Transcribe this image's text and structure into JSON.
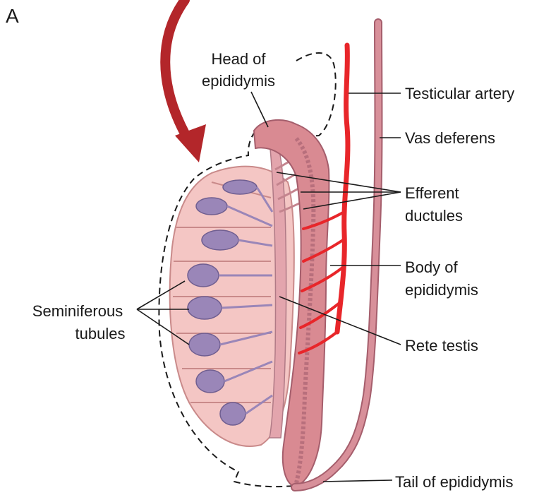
{
  "panel_letter": "A",
  "labels": {
    "head_of_epididymis": [
      "Head of",
      "epididymis"
    ],
    "testicular_artery": "Testicular artery",
    "vas_deferens": "Vas deferens",
    "efferent_ductules": [
      "Efferent",
      "ductules"
    ],
    "body_of_epididymis": [
      "Body of",
      "epididymis"
    ],
    "seminiferous_tubules": [
      "Seminiferous",
      "tubules"
    ],
    "rete_testis": "Rete testis",
    "tail_of_epididymis": "Tail of epididymis"
  },
  "colors": {
    "testis_fill": "#f4c6c4",
    "testis_edge": "#c98a8a",
    "tubule": "#9a86b8",
    "epididymis": "#d98a92",
    "artery": "#e8262a",
    "vas": "#d8909a",
    "arrow": "#b3262a"
  }
}
